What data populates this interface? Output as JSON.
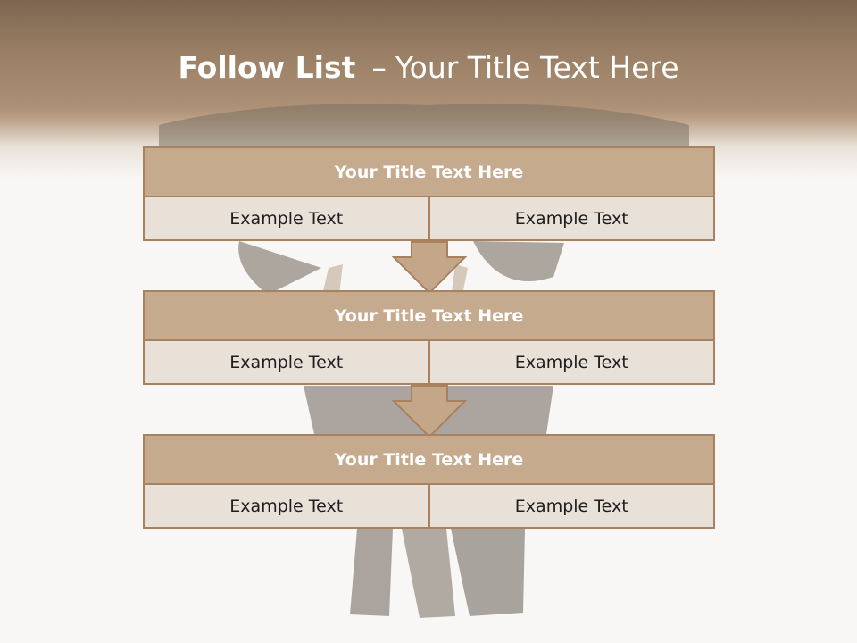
{
  "slide": {
    "title_bold": "Follow List",
    "title_dash": "–",
    "title_rest": "Your Title Text Here"
  },
  "blocks": [
    {
      "title": "Your Title Text Here",
      "left": "Example Text",
      "right": "Example Text"
    },
    {
      "title": "Your Title Text Here",
      "left": "Example Text",
      "right": "Example Text"
    },
    {
      "title": "Your Title Text Here",
      "left": "Example Text",
      "right": "Example Text"
    }
  ],
  "colors": {
    "accent": "#a8825e",
    "head_fill": "#c4a789",
    "cell_fill": "#e8dfd7",
    "header_band": "#9a7f65"
  }
}
